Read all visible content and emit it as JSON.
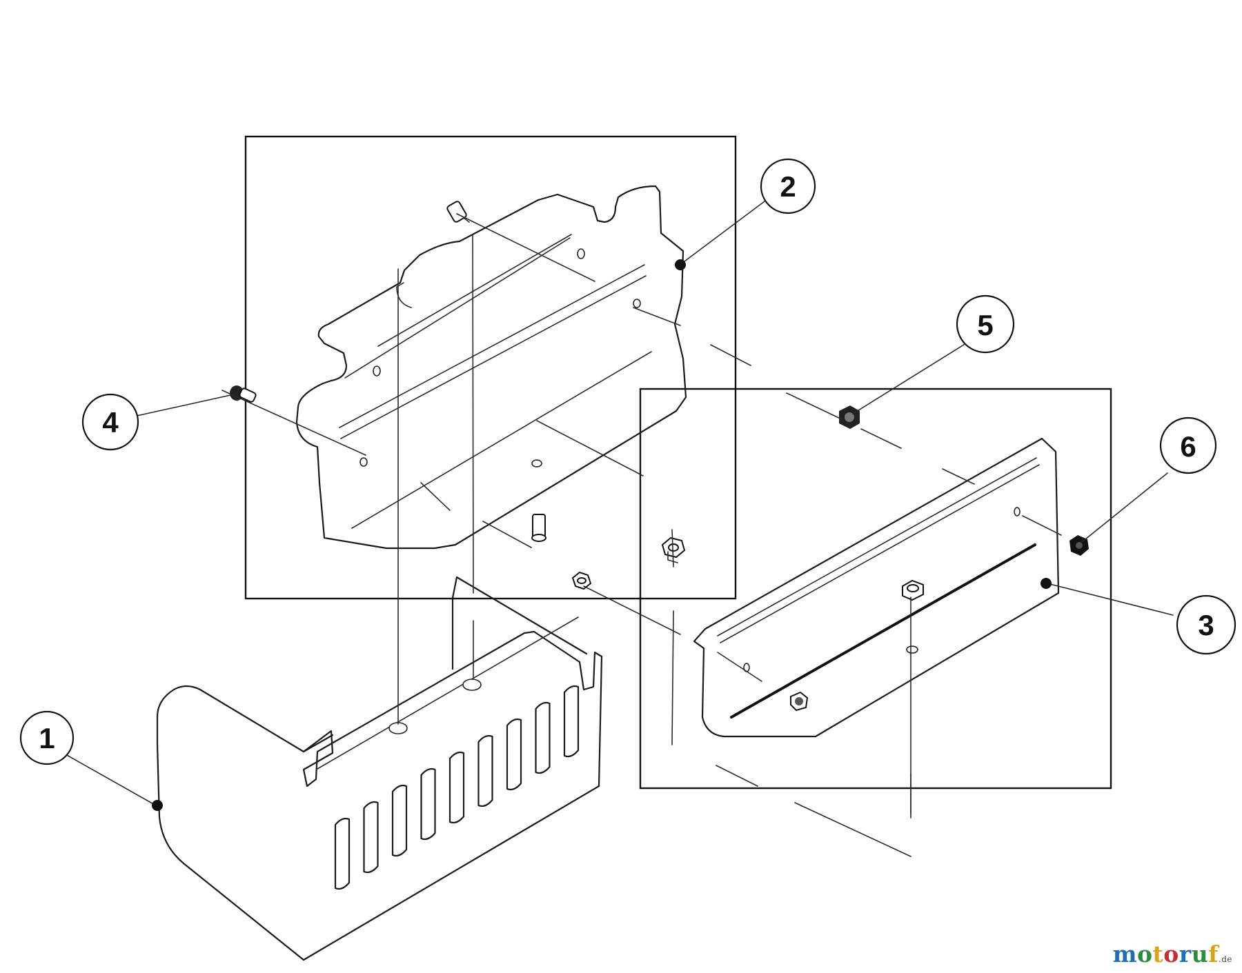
{
  "callouts": [
    {
      "id": "1",
      "label": "1"
    },
    {
      "id": "2",
      "label": "2"
    },
    {
      "id": "3",
      "label": "3"
    },
    {
      "id": "4",
      "label": "4"
    },
    {
      "id": "5",
      "label": "5"
    },
    {
      "id": "6",
      "label": "6"
    }
  ],
  "watermark": {
    "letters": [
      "m",
      "o",
      "t",
      "o",
      "r",
      "u",
      "f"
    ],
    "letter_colors": [
      "#1e6fb5",
      "#2a8f3c",
      "#d8a418",
      "#c72f2f",
      "#1e6fb5",
      "#2a8f3c",
      "#d8a418"
    ],
    "tld": ".de"
  }
}
